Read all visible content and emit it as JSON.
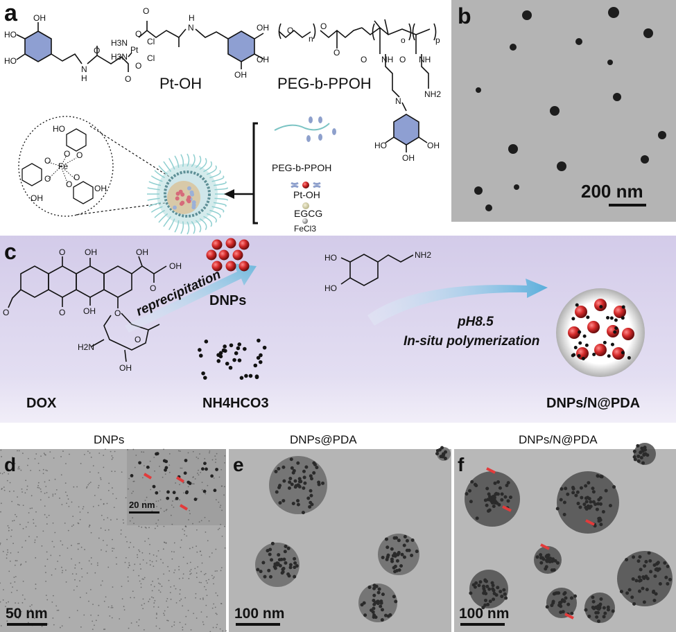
{
  "panels": {
    "a": {
      "letter": "a",
      "compound1": "Pt-OH",
      "compound2": "PEG-b-PPOH",
      "atoms_pt": [
        "OH",
        "HO",
        "HO",
        "H",
        "N",
        "O",
        "O",
        "O",
        "O",
        "H3N",
        "H3N",
        "Pt",
        "Cl",
        "Cl",
        "O",
        "H",
        "N",
        "OH",
        "OH",
        "OH"
      ],
      "atoms_peg": [
        "O",
        "n",
        "O",
        "O",
        "o",
        "p",
        "O",
        "NH",
        "O",
        "NH",
        "N",
        "NH2",
        "HO",
        "OH",
        "OH"
      ],
      "atoms_inset": [
        "HO",
        "O",
        "O",
        "Fe",
        "O",
        "O",
        "O",
        "O",
        "OH",
        "OH"
      ],
      "legend": [
        "PEG-b-PPOH",
        "Pt-OH",
        "EGCG",
        "FeCl3"
      ]
    },
    "b": {
      "letter": "b",
      "scale": "200 nm"
    },
    "c": {
      "letter": "c",
      "dox_atoms": [
        "O",
        "OH",
        "OH",
        "OH",
        "O",
        "O",
        "OH",
        "O",
        "O",
        "H2N",
        "OH"
      ],
      "dox": "DOX",
      "step1": "reprecipitation",
      "dnps": "DNPs",
      "nh4hco3": "NH4HCO3",
      "dopamine_atoms": [
        "HO",
        "HO",
        "NH2"
      ],
      "ph": "pH8.5",
      "polymerization": "In-situ polymerization",
      "product": "DNPs/N@PDA"
    },
    "columns": [
      "DNPs",
      "DNPs@PDA",
      "DNPs/N@PDA"
    ],
    "d": {
      "letter": "d",
      "scale": "50 nm",
      "inset_scale": "20 nm"
    },
    "e": {
      "letter": "e",
      "scale": "100 nm"
    },
    "f": {
      "letter": "f",
      "scale": "100 nm"
    },
    "colors": {
      "ring": "#8e9fd2",
      "lavender": "#d8d2ec",
      "red": "#d42a2a",
      "arrow": "#6fb8dc"
    }
  }
}
